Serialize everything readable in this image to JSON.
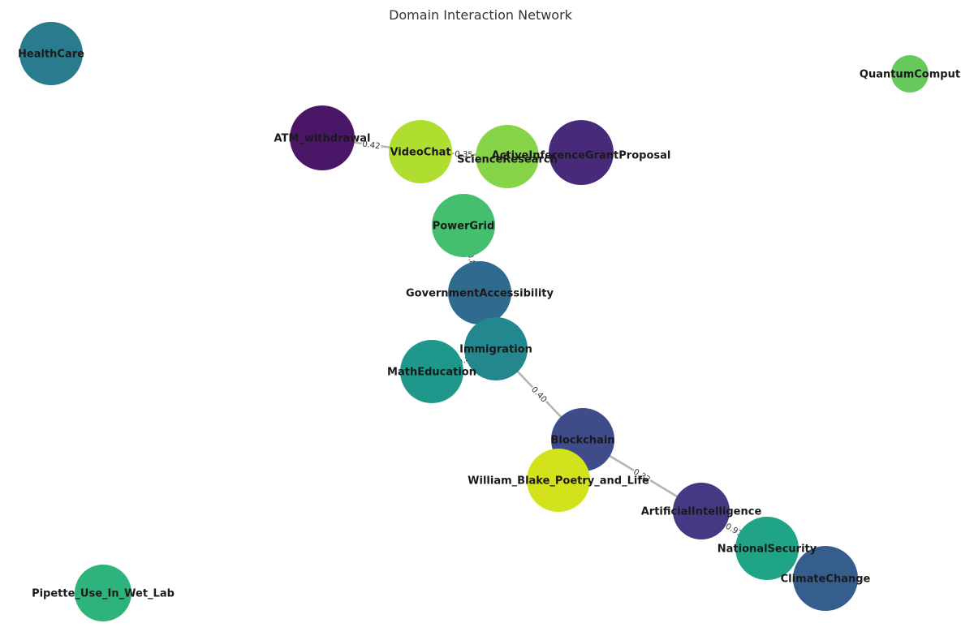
{
  "title": "Domain Interaction Network",
  "nodes": [
    {
      "id": "HealthCare",
      "label": "HealthCare",
      "color": "#2a7b8e"
    },
    {
      "id": "QuantumComput",
      "label": "QuantumComput",
      "color": "#66c95c"
    },
    {
      "id": "ATM_withdrawal",
      "label": "ATM_withdrawal",
      "color": "#4a1668"
    },
    {
      "id": "VideoChat",
      "label": "VideoChat",
      "color": "#b0de30"
    },
    {
      "id": "ScienceResearch",
      "label": "ScienceResearch",
      "color": "#86d549"
    },
    {
      "id": "ActiveInferenceGrantProposal",
      "label": "ActiveInferenceGrantProposal",
      "color": "#482a7b"
    },
    {
      "id": "PowerGrid",
      "label": "PowerGrid",
      "color": "#44bf70"
    },
    {
      "id": "GovernmentAccessibility",
      "label": "GovernmentAccessibility",
      "color": "#2f6b8e"
    },
    {
      "id": "Immigration",
      "label": "Immigration",
      "color": "#23888e"
    },
    {
      "id": "MathEducation",
      "label": "MathEducation",
      "color": "#1f978b"
    },
    {
      "id": "Blockchain",
      "label": "Blockchain",
      "color": "#3e4c8a"
    },
    {
      "id": "William_Blake_Poetry_and_Life",
      "label": "William_Blake_Poetry_and_Life",
      "color": "#d2e21b"
    },
    {
      "id": "ArtificialIntelligence",
      "label": "ArtificialIntelligence",
      "color": "#443a83"
    },
    {
      "id": "NationalSecurity",
      "label": "NationalSecurity",
      "color": "#20a486"
    },
    {
      "id": "ClimateChange",
      "label": "ClimateChange",
      "color": "#355e8d"
    },
    {
      "id": "Pipette_Use_In_Wet_Lab",
      "label": "Pipette_Use_In_Wet_Lab",
      "color": "#2eb37c"
    }
  ],
  "edges": [
    {
      "source": "ATM_withdrawal",
      "target": "VideoChat",
      "label": "0.42"
    },
    {
      "source": "VideoChat",
      "target": "ScienceResearch",
      "label": "0.35"
    },
    {
      "source": "PowerGrid",
      "target": "GovernmentAccessibility",
      "label": "0.8"
    },
    {
      "source": "Immigration",
      "target": "MathEducation",
      "label": "0.8"
    },
    {
      "source": "Immigration",
      "target": "Blockchain",
      "label": "0.40"
    },
    {
      "source": "Blockchain",
      "target": "ArtificialIntelligence",
      "label": "0.32"
    },
    {
      "source": "ArtificialIntelligence",
      "target": "NationalSecurity",
      "label": "0.91"
    }
  ],
  "colors": {
    "edge": "#b3b3b3",
    "background": "#ffffff"
  }
}
